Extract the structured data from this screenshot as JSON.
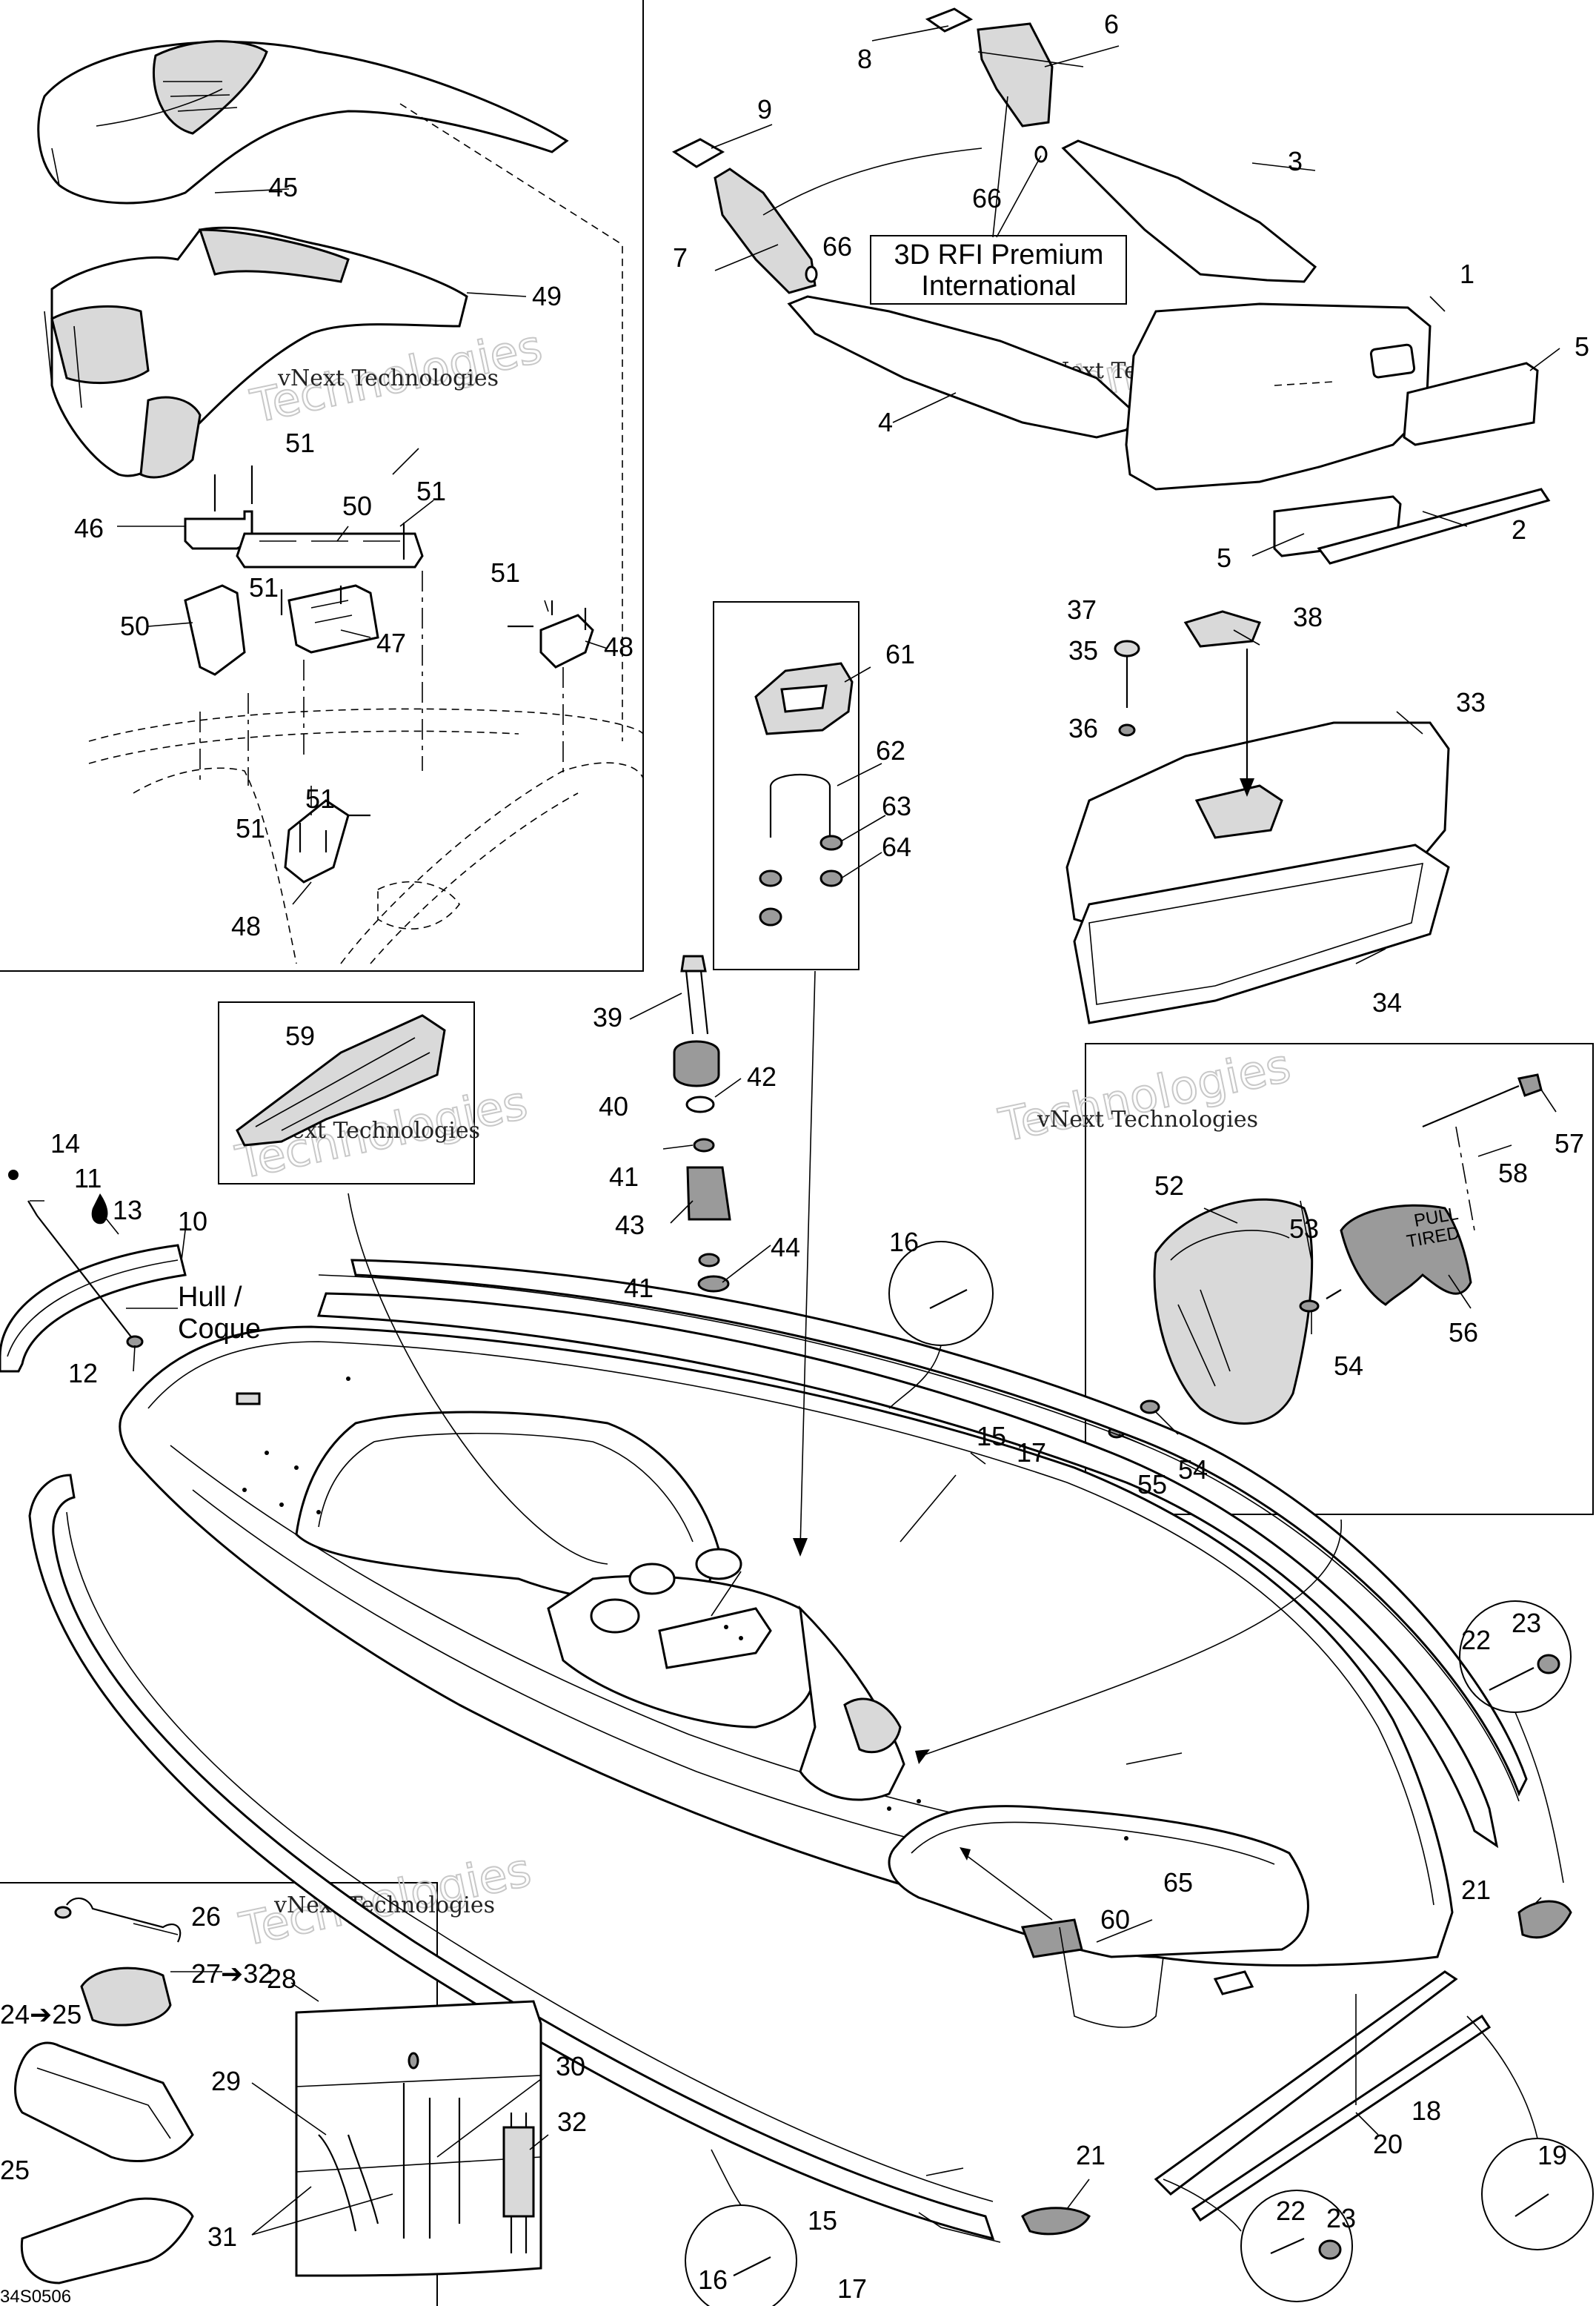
{
  "labels": [
    {
      "id": "c1",
      "text": "1"
    },
    {
      "id": "c2",
      "text": "2"
    },
    {
      "id": "c3",
      "text": "3"
    },
    {
      "id": "c4",
      "text": "4"
    },
    {
      "id": "c5a",
      "text": "5"
    },
    {
      "id": "c5b",
      "text": "5"
    },
    {
      "id": "c6",
      "text": "6"
    },
    {
      "id": "c7",
      "text": "7"
    },
    {
      "id": "c8",
      "text": "8"
    },
    {
      "id": "c9",
      "text": "9"
    },
    {
      "id": "c10",
      "text": "10"
    },
    {
      "id": "c11",
      "text": "11"
    },
    {
      "id": "c12",
      "text": "12"
    },
    {
      "id": "c13",
      "text": "13"
    },
    {
      "id": "c14",
      "text": "14"
    },
    {
      "id": "c15a",
      "text": "15"
    },
    {
      "id": "c15b",
      "text": "15"
    },
    {
      "id": "c16a",
      "text": "16"
    },
    {
      "id": "c16b",
      "text": "16"
    },
    {
      "id": "c17a",
      "text": "17"
    },
    {
      "id": "c17b",
      "text": "17"
    },
    {
      "id": "c18",
      "text": "18"
    },
    {
      "id": "c19",
      "text": "19"
    },
    {
      "id": "c20",
      "text": "20"
    },
    {
      "id": "c21a",
      "text": "21"
    },
    {
      "id": "c21b",
      "text": "21"
    },
    {
      "id": "c22a",
      "text": "22"
    },
    {
      "id": "c22b",
      "text": "22"
    },
    {
      "id": "c23a",
      "text": "23"
    },
    {
      "id": "c23b",
      "text": "23"
    },
    {
      "id": "c24",
      "text": "24➔25"
    },
    {
      "id": "c25",
      "text": "25"
    },
    {
      "id": "c26",
      "text": "26"
    },
    {
      "id": "c27",
      "text": "27➔32"
    },
    {
      "id": "c28",
      "text": "28"
    },
    {
      "id": "c29",
      "text": "29"
    },
    {
      "id": "c30",
      "text": "30"
    },
    {
      "id": "c31",
      "text": "31"
    },
    {
      "id": "c32",
      "text": "32"
    },
    {
      "id": "c33",
      "text": "33"
    },
    {
      "id": "c34",
      "text": "34"
    },
    {
      "id": "c35",
      "text": "35"
    },
    {
      "id": "c36",
      "text": "36"
    },
    {
      "id": "c37",
      "text": "37"
    },
    {
      "id": "c38",
      "text": "38"
    },
    {
      "id": "c39",
      "text": "39"
    },
    {
      "id": "c40",
      "text": "40"
    },
    {
      "id": "c41a",
      "text": "41"
    },
    {
      "id": "c41b",
      "text": "41"
    },
    {
      "id": "c42",
      "text": "42"
    },
    {
      "id": "c43",
      "text": "43"
    },
    {
      "id": "c44",
      "text": "44"
    },
    {
      "id": "c45",
      "text": "45"
    },
    {
      "id": "c46",
      "text": "46"
    },
    {
      "id": "c47",
      "text": "47"
    },
    {
      "id": "c48a",
      "text": "48"
    },
    {
      "id": "c48b",
      "text": "48"
    },
    {
      "id": "c49",
      "text": "49"
    },
    {
      "id": "c50a",
      "text": "50"
    },
    {
      "id": "c50b",
      "text": "50"
    },
    {
      "id": "c51a",
      "text": "51"
    },
    {
      "id": "c51b",
      "text": "51"
    },
    {
      "id": "c51c",
      "text": "51"
    },
    {
      "id": "c51d",
      "text": "51"
    },
    {
      "id": "c51e",
      "text": "51"
    },
    {
      "id": "c51f",
      "text": "51"
    },
    {
      "id": "c52",
      "text": "52"
    },
    {
      "id": "c53",
      "text": "53"
    },
    {
      "id": "c54a",
      "text": "54"
    },
    {
      "id": "c54b",
      "text": "54"
    },
    {
      "id": "c55",
      "text": "55"
    },
    {
      "id": "c56",
      "text": "56"
    },
    {
      "id": "c57",
      "text": "57"
    },
    {
      "id": "c58",
      "text": "58"
    },
    {
      "id": "c59",
      "text": "59"
    },
    {
      "id": "c60",
      "text": "60"
    },
    {
      "id": "c61",
      "text": "61"
    },
    {
      "id": "c62",
      "text": "62"
    },
    {
      "id": "c63",
      "text": "63"
    },
    {
      "id": "c64",
      "text": "64"
    },
    {
      "id": "c65",
      "text": "65"
    },
    {
      "id": "c66a",
      "text": "66"
    },
    {
      "id": "c66b",
      "text": "66"
    }
  ],
  "version_box": {
    "line1": "3D RFI Premium",
    "line2": "International"
  },
  "hull_label": {
    "line1": "Hull /",
    "line2": "Coque"
  },
  "watermark": {
    "company": "vNext Technologies",
    "word": "Technologies"
  },
  "drawing_code": "34S0506",
  "decal_text": {
    "pull": "PULL",
    "tired": "TIRED"
  }
}
